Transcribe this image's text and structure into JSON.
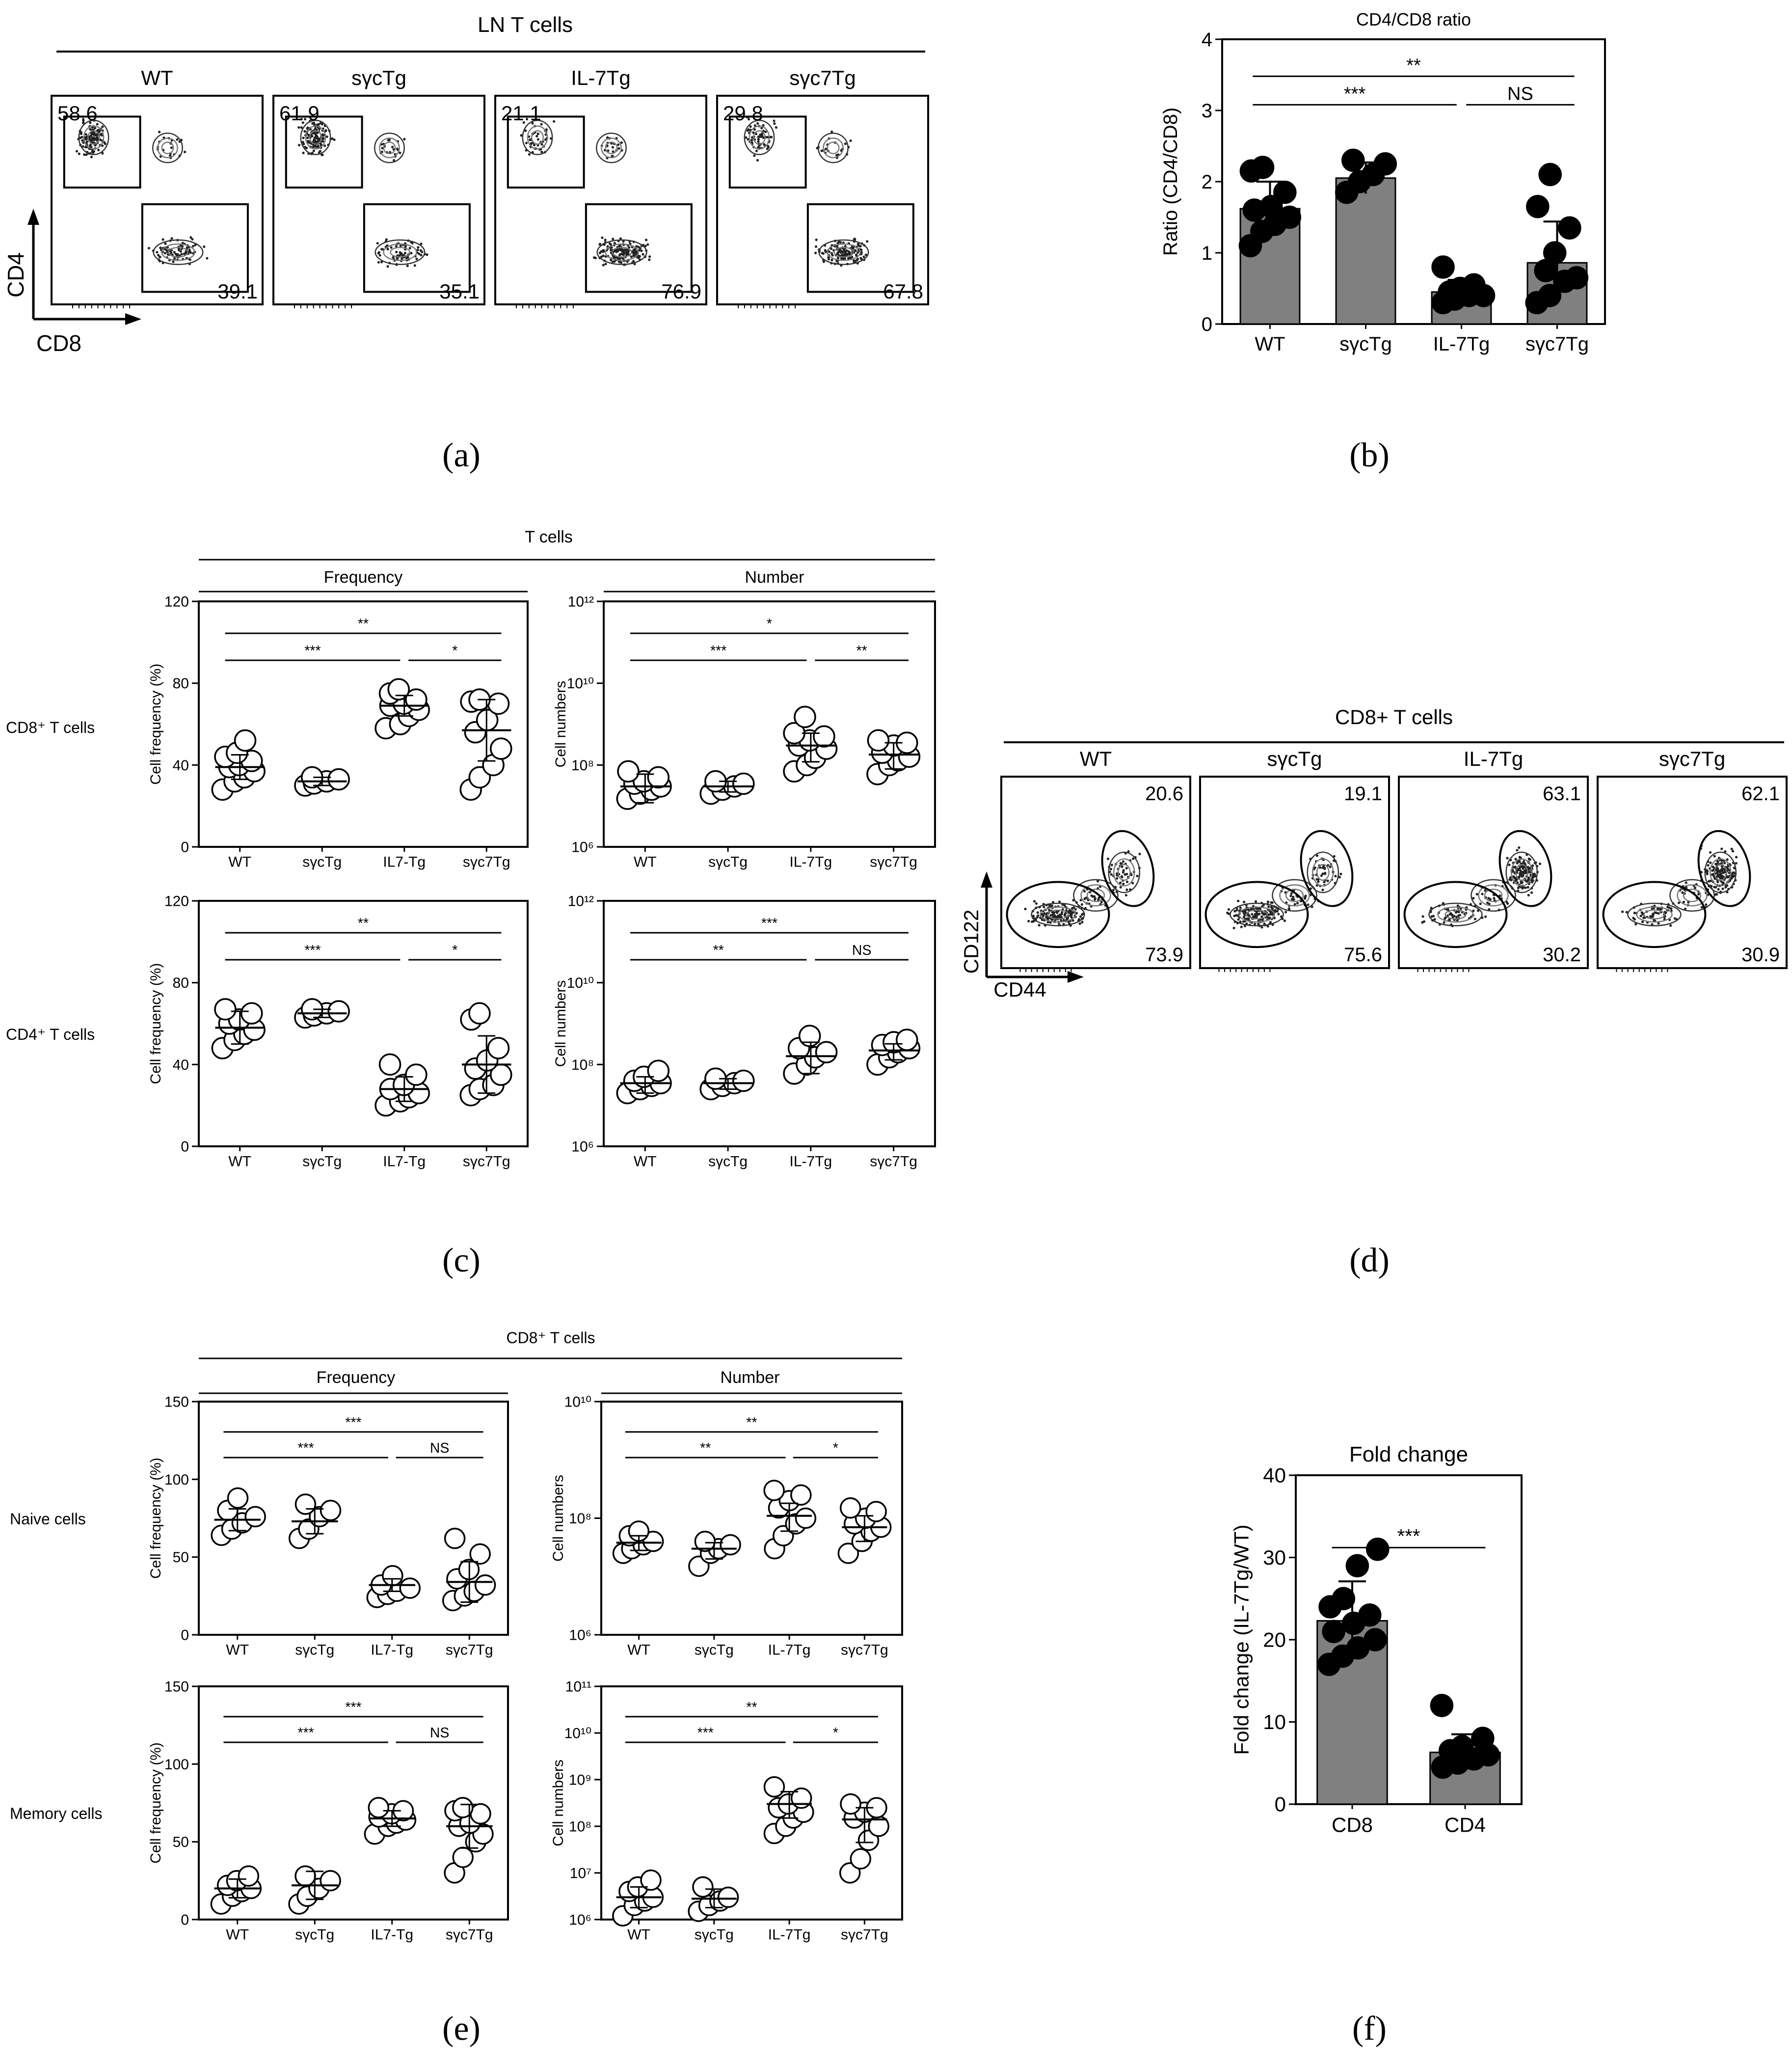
{
  "panel_labels": [
    "(a)",
    "(b)",
    "(c)",
    "(d)",
    "(e)",
    "(f)"
  ],
  "groups": {
    "flow_a": [
      "WT",
      "sγcTg",
      "IL-7Tg",
      "sγc7Tg"
    ],
    "c_freq": [
      "WT",
      "sγcTg",
      "IL7-Tg",
      "sγc7Tg"
    ],
    "c_num": [
      "WT",
      "sγcTg",
      "IL-7Tg",
      "sγc7Tg"
    ],
    "f": [
      "CD8",
      "CD4"
    ]
  },
  "panel_a": {
    "title": "LN T cells",
    "y_axis": "CD4",
    "x_axis": "CD8",
    "plots": [
      {
        "group": "WT",
        "cd4_pct": "58.6",
        "cd8_pct": "39.1"
      },
      {
        "group": "sγcTg",
        "cd4_pct": "61.9",
        "cd8_pct": "35.1"
      },
      {
        "group": "IL-7Tg",
        "cd4_pct": "21.1",
        "cd8_pct": "76.9"
      },
      {
        "group": "sγc7Tg",
        "cd4_pct": "29.8",
        "cd8_pct": "67.8"
      }
    ]
  },
  "panel_c": {
    "title": "T cells",
    "col_titles": [
      "Frequency",
      "Number"
    ],
    "row_labels": [
      "CD8⁺ T cells",
      "CD4⁺ T cells"
    ],
    "ylabel_freq": "Cell frequency (%)",
    "ylabel_num": "Cell numbers"
  },
  "panel_d": {
    "title": "CD8+ T cells",
    "y_axis": "CD122",
    "x_axis": "CD44",
    "plots": [
      {
        "group": "WT",
        "memory_pct": "20.6",
        "naive_pct": "73.9"
      },
      {
        "group": "sγcTg",
        "memory_pct": "19.1",
        "naive_pct": "75.6"
      },
      {
        "group": "IL-7Tg",
        "memory_pct": "63.1",
        "naive_pct": "30.2"
      },
      {
        "group": "sγc7Tg",
        "memory_pct": "62.1",
        "naive_pct": "30.9"
      }
    ]
  },
  "panel_e": {
    "title": "CD8⁺ T cells",
    "col_titles": [
      "Frequency",
      "Number"
    ],
    "row_labels": [
      "Naive cells",
      "Memory cells"
    ],
    "ylabel_freq": "Cell frequency (%)",
    "ylabel_num": "Cell numbers"
  },
  "chart_data": [
    {
      "id": "b",
      "type": "bar",
      "title": "CD4/CD8 ratio",
      "ylabel": "Ratio (CD4/CD8)",
      "xlabel": "",
      "categories": [
        "WT",
        "sγcTg",
        "IL-7Tg",
        "sγc7Tg"
      ],
      "values": [
        1.62,
        2.05,
        0.45,
        0.86
      ],
      "errors": [
        0.38,
        0.22,
        0.17,
        0.58
      ],
      "points": [
        [
          1.1,
          1.3,
          1.4,
          1.5,
          1.6,
          1.65,
          1.85,
          2.15,
          2.2
        ],
        [
          1.85,
          2.0,
          2.1,
          2.25,
          2.3
        ],
        [
          0.3,
          0.35,
          0.4,
          0.4,
          0.45,
          0.5,
          0.55,
          0.8
        ],
        [
          0.3,
          0.4,
          0.6,
          0.65,
          0.75,
          1.0,
          1.35,
          1.65,
          2.1
        ]
      ],
      "ylim": [
        0,
        4
      ],
      "yticks": [
        "0",
        "1",
        "2",
        "3",
        "4"
      ],
      "annotations": [
        {
          "from": 0,
          "to": 3,
          "label": "**"
        },
        {
          "from": 0,
          "to": 2,
          "label": "***"
        },
        {
          "from": 2,
          "to": 3,
          "label": "NS"
        }
      ]
    },
    {
      "id": "c-cd8-freq",
      "type": "scatter",
      "scale": "linear",
      "categories": [
        "WT",
        "sγcTg",
        "IL7-Tg",
        "sγc7Tg"
      ],
      "points": [
        [
          28,
          32,
          34,
          37,
          39,
          40,
          42,
          44,
          46,
          52
        ],
        [
          30,
          31,
          32,
          33,
          34
        ],
        [
          58,
          60,
          64,
          67,
          69,
          70,
          72,
          75,
          77
        ],
        [
          28,
          34,
          40,
          48,
          56,
          62,
          70,
          71,
          72
        ]
      ],
      "mean": [
        39,
        32,
        69,
        57
      ],
      "sd": [
        6,
        2,
        5,
        15
      ],
      "ylim": [
        0,
        120
      ],
      "yticks": [
        "0",
        "40",
        "80",
        "120"
      ],
      "annotations": [
        {
          "from": 0,
          "to": 3,
          "label": "**"
        },
        {
          "from": 0,
          "to": 2,
          "label": "***"
        },
        {
          "from": 2,
          "to": 3,
          "label": "*"
        }
      ]
    },
    {
      "id": "c-cd8-num",
      "type": "scatter",
      "scale": "log",
      "categories": [
        "WT",
        "sγcTg",
        "IL-7Tg",
        "sγc7Tg"
      ],
      "points": [
        [
          15000000.0,
          20000000.0,
          25000000.0,
          30000000.0,
          35000000.0,
          40000000.0,
          50000000.0,
          70000000.0
        ],
        [
          20000000.0,
          25000000.0,
          30000000.0,
          35000000.0,
          40000000.0
        ],
        [
          70000000.0,
          100000000.0,
          150000000.0,
          250000000.0,
          300000000.0,
          400000000.0,
          500000000.0,
          600000000.0,
          1500000000.0
        ],
        [
          60000000.0,
          100000000.0,
          130000000.0,
          160000000.0,
          200000000.0,
          300000000.0,
          350000000.0,
          400000000.0
        ]
      ],
      "mean": [
        30000000.0,
        30000000.0,
        300000000.0,
        180000000.0
      ],
      "sd_low": [
        12000000.0,
        22000000.0,
        120000000.0,
        80000000.0
      ],
      "sd_high": [
        60000000.0,
        40000000.0,
        600000000.0,
        350000000.0
      ],
      "ylim": [
        1000000.0,
        1000000000000.0
      ],
      "yticks": [
        "10⁶",
        "10⁸",
        "10¹⁰",
        "10¹²"
      ],
      "annotations": [
        {
          "from": 0,
          "to": 3,
          "label": "*"
        },
        {
          "from": 0,
          "to": 2,
          "label": "***"
        },
        {
          "from": 2,
          "to": 3,
          "label": "**"
        }
      ]
    },
    {
      "id": "c-cd4-freq",
      "type": "scatter",
      "scale": "linear",
      "categories": [
        "WT",
        "sγcTg",
        "IL7-Tg",
        "sγc7Tg"
      ],
      "points": [
        [
          48,
          52,
          55,
          57,
          60,
          62,
          65,
          67
        ],
        [
          63,
          64,
          65,
          66,
          67
        ],
        [
          20,
          22,
          24,
          26,
          28,
          30,
          35,
          40
        ],
        [
          25,
          28,
          30,
          35,
          38,
          42,
          48,
          62,
          65
        ]
      ],
      "mean": [
        58,
        65,
        28,
        40
      ],
      "sd": [
        8,
        2,
        6,
        14
      ],
      "ylim": [
        0,
        120
      ],
      "yticks": [
        "0",
        "40",
        "80",
        "120"
      ],
      "annotations": [
        {
          "from": 0,
          "to": 3,
          "label": "**"
        },
        {
          "from": 0,
          "to": 2,
          "label": "***"
        },
        {
          "from": 2,
          "to": 3,
          "label": "*"
        }
      ]
    },
    {
      "id": "c-cd4-num",
      "type": "scatter",
      "scale": "log",
      "categories": [
        "WT",
        "sγcTg",
        "IL-7Tg",
        "sγc7Tg"
      ],
      "points": [
        [
          20000000.0,
          25000000.0,
          30000000.0,
          35000000.0,
          40000000.0,
          50000000.0,
          70000000.0
        ],
        [
          25000000.0,
          30000000.0,
          35000000.0,
          40000000.0,
          45000000.0
        ],
        [
          60000000.0,
          100000000.0,
          150000000.0,
          200000000.0,
          250000000.0,
          500000000.0
        ],
        [
          100000000.0,
          150000000.0,
          200000000.0,
          250000000.0,
          300000000.0,
          350000000.0,
          400000000.0
        ]
      ],
      "mean": [
        35000000.0,
        35000000.0,
        160000000.0,
        220000000.0
      ],
      "sd_low": [
        20000000.0,
        25000000.0,
        60000000.0,
        130000000.0
      ],
      "sd_high": [
        50000000.0,
        45000000.0,
        350000000.0,
        320000000.0
      ],
      "ylim": [
        1000000.0,
        1000000000000.0
      ],
      "yticks": [
        "10⁶",
        "10⁸",
        "10¹⁰",
        "10¹²"
      ],
      "annotations": [
        {
          "from": 0,
          "to": 3,
          "label": "***"
        },
        {
          "from": 0,
          "to": 2,
          "label": "**"
        },
        {
          "from": 2,
          "to": 3,
          "label": "NS"
        }
      ]
    },
    {
      "id": "e-naive-freq",
      "type": "scatter",
      "scale": "linear",
      "categories": [
        "WT",
        "sγcTg",
        "IL7-Tg",
        "sγc7Tg"
      ],
      "points": [
        [
          64,
          68,
          72,
          76,
          80,
          88
        ],
        [
          62,
          68,
          76,
          80,
          84
        ],
        [
          24,
          26,
          28,
          30,
          32,
          38
        ],
        [
          22,
          25,
          28,
          32,
          36,
          42,
          52,
          62
        ]
      ],
      "mean": [
        74,
        73,
        32,
        34
      ],
      "sd": [
        7,
        8,
        4,
        13
      ],
      "ylim": [
        0,
        150
      ],
      "yticks": [
        "0",
        "50",
        "100",
        "150"
      ],
      "annotations": [
        {
          "from": 0,
          "to": 3,
          "label": "***"
        },
        {
          "from": 0,
          "to": 2,
          "label": "***"
        },
        {
          "from": 2,
          "to": 3,
          "label": "NS"
        }
      ]
    },
    {
      "id": "e-naive-num",
      "type": "scatter",
      "scale": "log",
      "categories": [
        "WT",
        "sγcTg",
        "IL-7Tg",
        "sγc7Tg"
      ],
      "points": [
        [
          25000000.0,
          30000000.0,
          35000000.0,
          40000000.0,
          50000000.0,
          60000000.0
        ],
        [
          15000000.0,
          25000000.0,
          30000000.0,
          35000000.0,
          40000000.0
        ],
        [
          30000000.0,
          50000000.0,
          80000000.0,
          100000000.0,
          150000000.0,
          200000000.0,
          250000000.0,
          300000000.0
        ],
        [
          25000000.0,
          40000000.0,
          60000000.0,
          70000000.0,
          80000000.0,
          100000000.0,
          130000000.0,
          150000000.0
        ]
      ],
      "mean": [
        38000000.0,
        30000000.0,
        110000000.0,
        70000000.0
      ],
      "sd_low": [
        28000000.0,
        20000000.0,
        60000000.0,
        40000000.0
      ],
      "sd_high": [
        50000000.0,
        38000000.0,
        180000000.0,
        110000000.0
      ],
      "ylim": [
        1000000.0,
        10000000000.0
      ],
      "yticks": [
        "10⁶",
        "10⁸",
        "10¹⁰"
      ],
      "annotations": [
        {
          "from": 0,
          "to": 3,
          "label": "**"
        },
        {
          "from": 0,
          "to": 2,
          "label": "**"
        },
        {
          "from": 2,
          "to": 3,
          "label": "*"
        }
      ]
    },
    {
      "id": "e-mem-freq",
      "type": "scatter",
      "scale": "linear",
      "categories": [
        "WT",
        "sγcTg",
        "IL7-Tg",
        "sγc7Tg"
      ],
      "points": [
        [
          10,
          15,
          18,
          20,
          22,
          25,
          28
        ],
        [
          10,
          15,
          20,
          25,
          28
        ],
        [
          55,
          60,
          62,
          64,
          66,
          68,
          70,
          72
        ],
        [
          30,
          40,
          50,
          55,
          60,
          62,
          68,
          70,
          72
        ]
      ],
      "mean": [
        20,
        22,
        65,
        60
      ],
      "sd": [
        6,
        9,
        5,
        14
      ],
      "ylim": [
        0,
        150
      ],
      "yticks": [
        "0",
        "50",
        "100",
        "150"
      ],
      "annotations": [
        {
          "from": 0,
          "to": 3,
          "label": "***"
        },
        {
          "from": 0,
          "to": 2,
          "label": "***"
        },
        {
          "from": 2,
          "to": 3,
          "label": "NS"
        }
      ]
    },
    {
      "id": "e-mem-num",
      "type": "scatter",
      "scale": "log",
      "categories": [
        "WT",
        "sγcTg",
        "IL-7Tg",
        "sγc7Tg"
      ],
      "points": [
        [
          1200000.0,
          2000000.0,
          2500000.0,
          3000000.0,
          4000000.0,
          5000000.0,
          7000000.0
        ],
        [
          1500000.0,
          2000000.0,
          2500000.0,
          3000000.0,
          5000000.0
        ],
        [
          70000000.0,
          100000000.0,
          150000000.0,
          200000000.0,
          250000000.0,
          300000000.0,
          400000000.0,
          700000000.0
        ],
        [
          10000000.0,
          20000000.0,
          50000000.0,
          100000000.0,
          150000000.0,
          200000000.0,
          250000000.0,
          300000000.0
        ]
      ],
      "mean": [
        3000000.0,
        2800000.0,
        300000000.0,
        140000000.0
      ],
      "sd_low": [
        1800000.0,
        1800000.0,
        150000000.0,
        45000000.0
      ],
      "sd_high": [
        5000000.0,
        4500000.0,
        550000000.0,
        250000000.0
      ],
      "ylim": [
        1000000.0,
        100000000000.0
      ],
      "yticks": [
        "10⁶",
        "10⁷",
        "10⁸",
        "10⁹",
        "10¹⁰",
        "10¹¹"
      ],
      "annotations": [
        {
          "from": 0,
          "to": 3,
          "label": "**"
        },
        {
          "from": 0,
          "to": 2,
          "label": "***"
        },
        {
          "from": 2,
          "to": 3,
          "label": "*"
        }
      ]
    },
    {
      "id": "f",
      "type": "bar",
      "title": "Fold change",
      "ylabel": "Fold change (IL-7Tg/WT)",
      "xlabel": "",
      "categories": [
        "CD8",
        "CD4"
      ],
      "values": [
        22.3,
        6.3
      ],
      "errors": [
        4.8,
        2.2
      ],
      "points": [
        [
          17,
          18,
          19,
          20,
          21,
          22,
          23,
          24,
          25,
          29,
          31
        ],
        [
          4.5,
          5,
          5.5,
          6,
          6.5,
          7,
          8,
          12
        ]
      ],
      "ylim": [
        0,
        40
      ],
      "yticks": [
        "0",
        "10",
        "20",
        "30",
        "40"
      ],
      "annotations": [
        {
          "from": 0,
          "to": 1,
          "label": "***"
        }
      ]
    }
  ]
}
